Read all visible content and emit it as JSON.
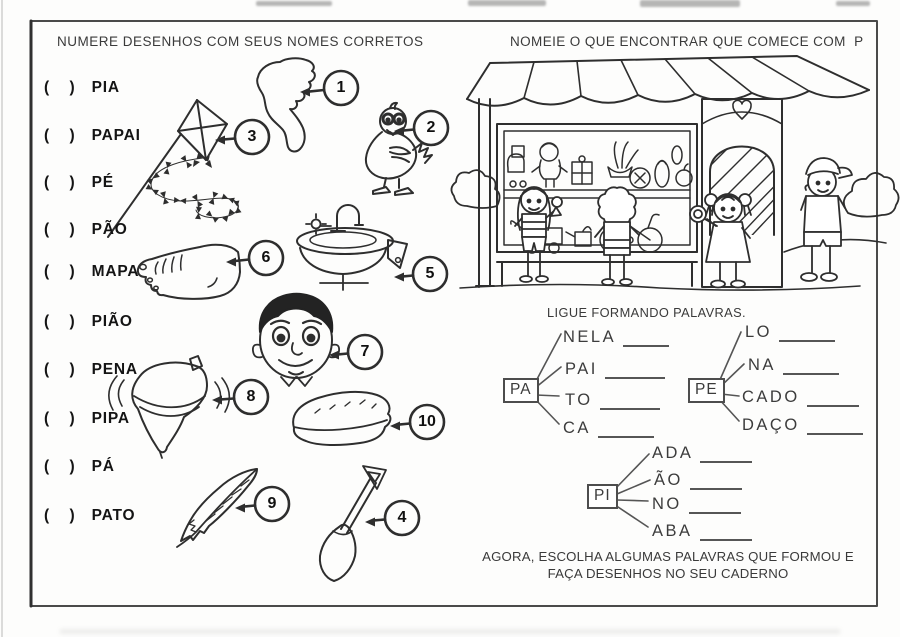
{
  "left_panel": {
    "title": "NUMERE DESENHOS COM SEUS NOMES CORRETOS",
    "paren": "( )",
    "words": [
      "PIA",
      "PAPAI",
      "PÉ",
      "PÃO",
      "MAPA",
      "PIÃO",
      "PENA",
      "PIPA",
      "PÁ",
      "PATO"
    ],
    "pictures": [
      {
        "depicts": "map-of-americas",
        "number": "1"
      },
      {
        "depicts": "duck",
        "number": "2"
      },
      {
        "depicts": "kite",
        "number": "3"
      },
      {
        "depicts": "shovel",
        "number": "4"
      },
      {
        "depicts": "sink",
        "number": "5"
      },
      {
        "depicts": "foot",
        "number": "6"
      },
      {
        "depicts": "father-face",
        "number": "7"
      },
      {
        "depicts": "spinning-top",
        "number": "8"
      },
      {
        "depicts": "feather",
        "number": "9"
      },
      {
        "depicts": "bread-loaf",
        "number": "10"
      }
    ]
  },
  "right_panel": {
    "title": "NOMEIE O QUE ENCONTRAR QUE COMECE COM  P",
    "link_section": {
      "title": "LIGUE FORMANDO PALAVRAS.",
      "groups": [
        {
          "prefix": "PA",
          "endings": [
            "NELA",
            "PAI",
            "TO",
            "CA"
          ]
        },
        {
          "prefix": "PE",
          "endings": [
            "LO",
            "NA",
            "CADO",
            "DAÇO"
          ]
        },
        {
          "prefix": "PI",
          "endings": [
            "ADA",
            "ÃO",
            "NO",
            "ABA"
          ]
        }
      ]
    },
    "footer": [
      "AGORA, ESCOLHA ALGUMAS PALAVRAS QUE FORMOU E",
      "FAÇA DESENHOS NO SEU CADERNO"
    ]
  }
}
